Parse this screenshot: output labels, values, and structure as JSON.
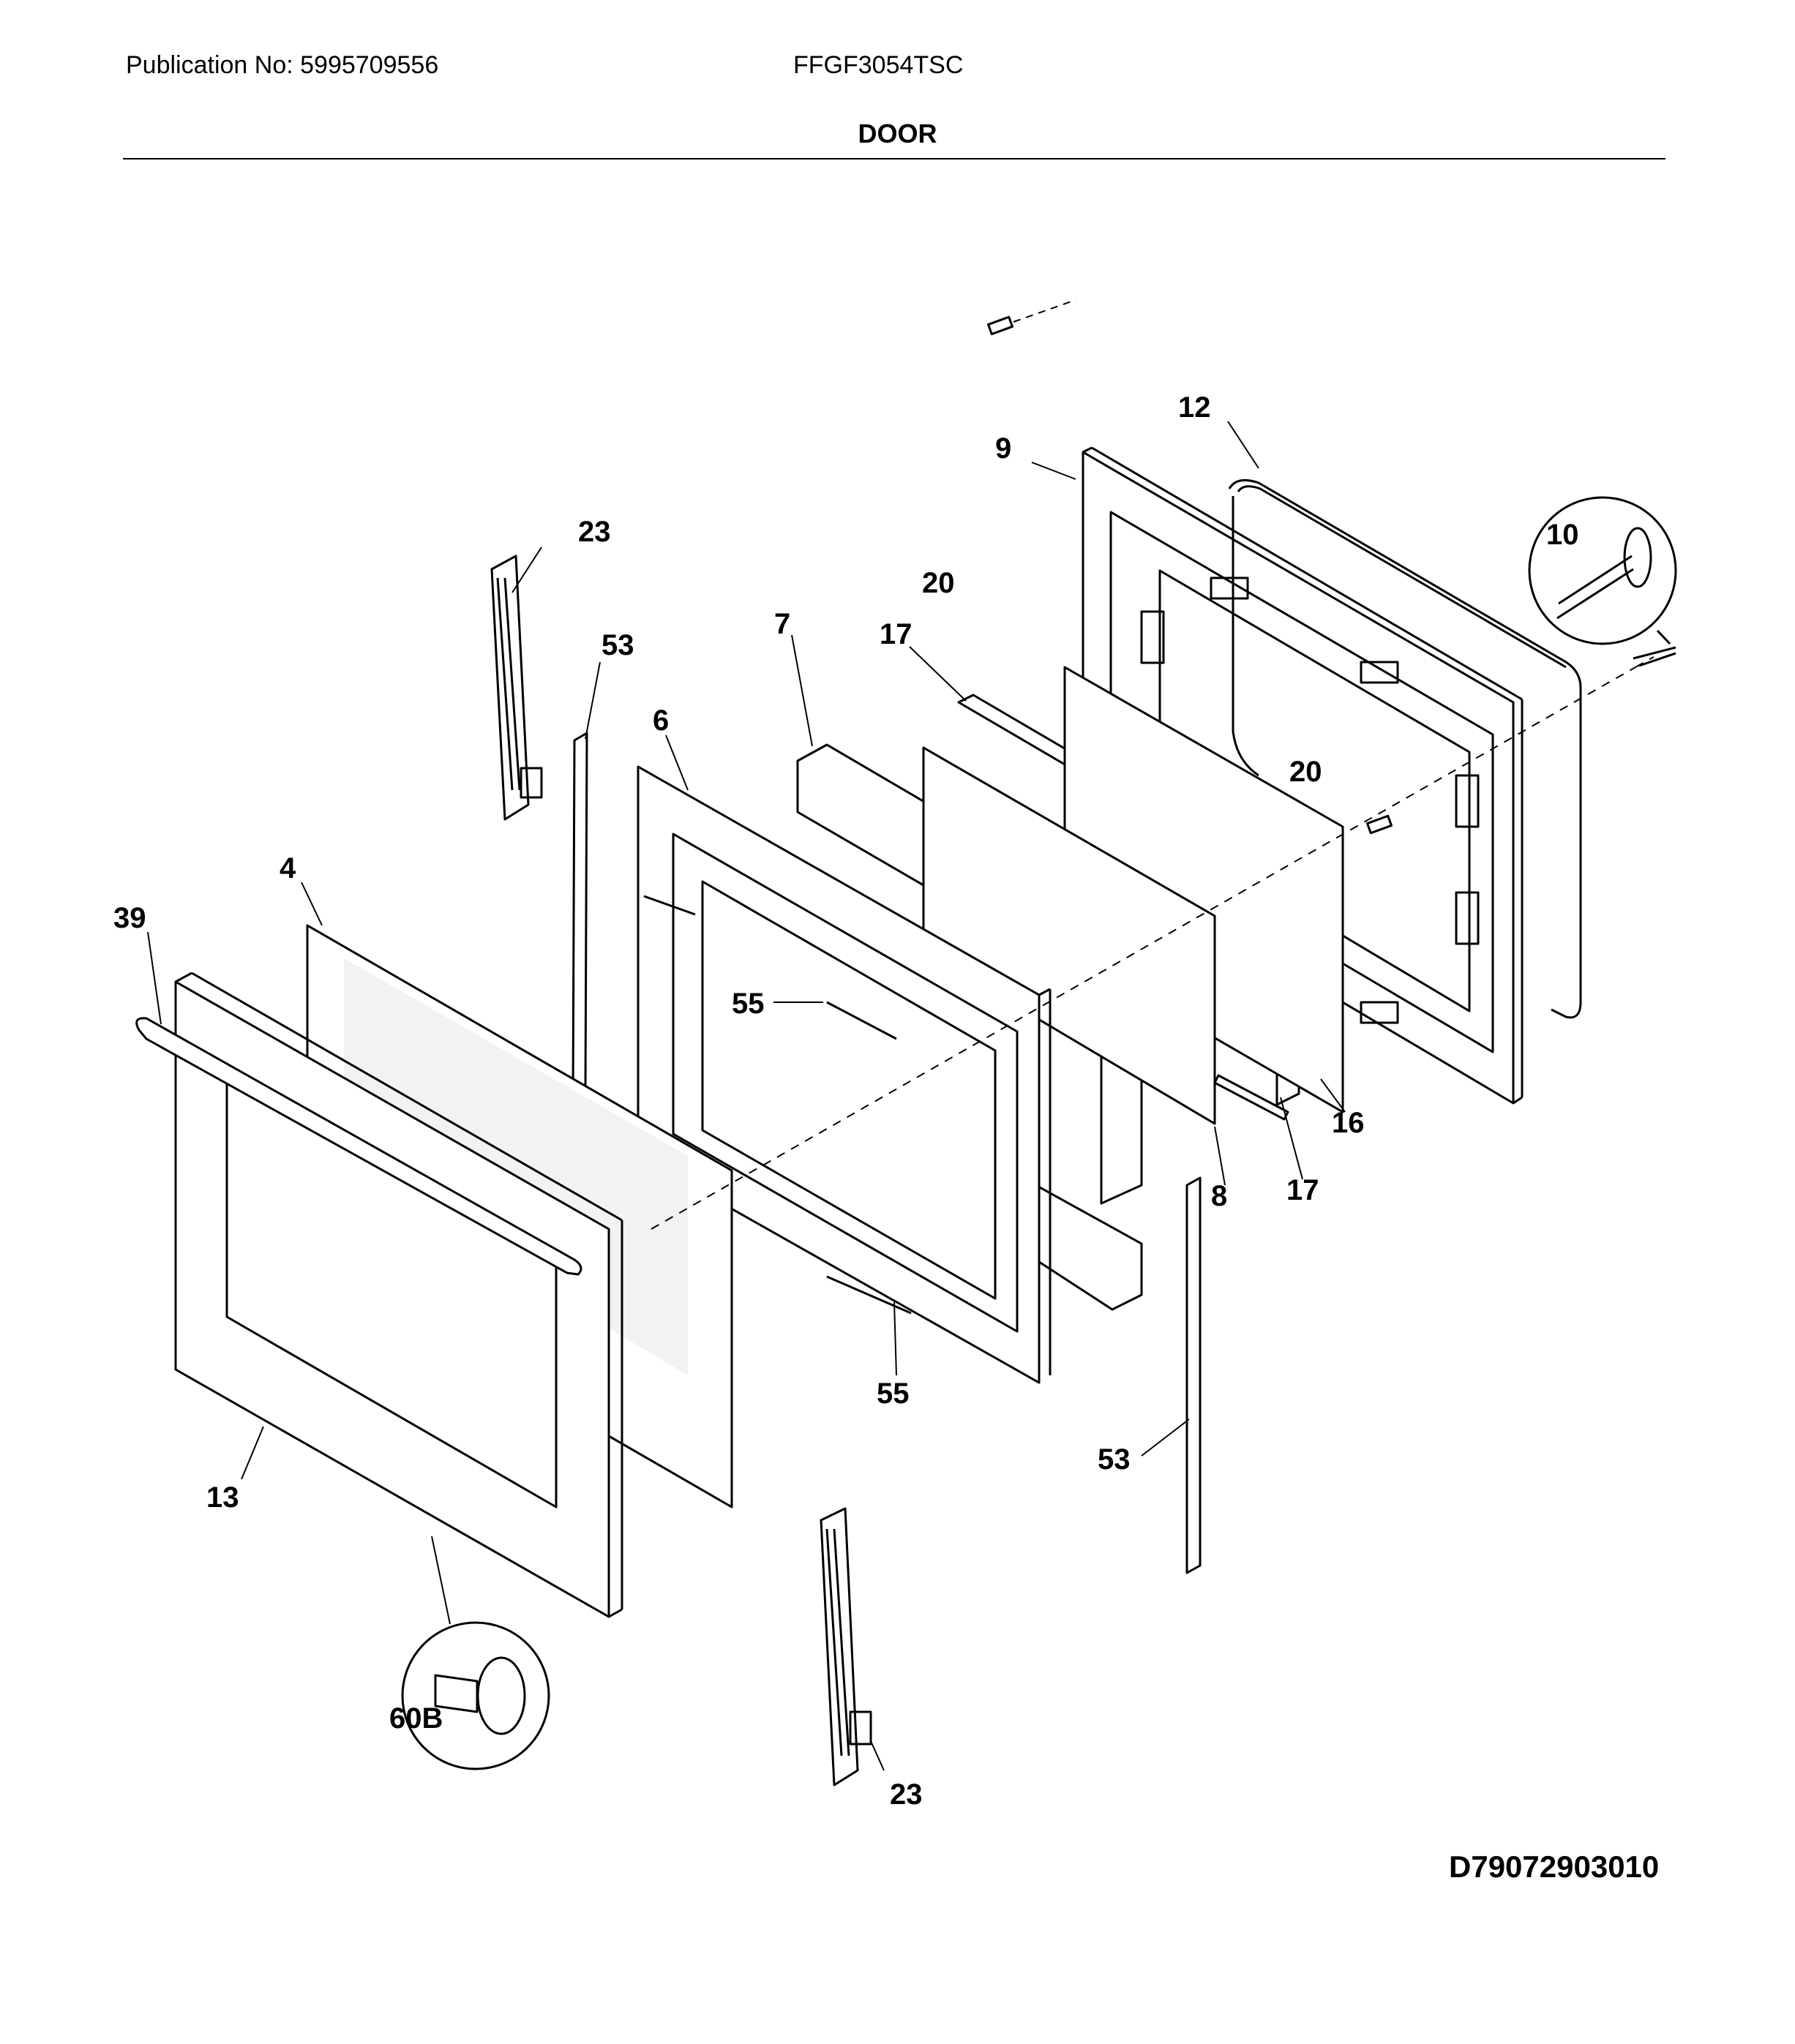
{
  "header": {
    "publication": "Publication No: 5995709556",
    "model": "FFGF3054TSC",
    "section": "DOOR"
  },
  "footer": {
    "diagram_id": "D79072903010"
  },
  "parts": [
    {
      "id": "p9",
      "label": "9"
    },
    {
      "id": "p12",
      "label": "12"
    },
    {
      "id": "p10",
      "label": "10"
    },
    {
      "id": "p20a",
      "label": "20"
    },
    {
      "id": "p23a",
      "label": "23"
    },
    {
      "id": "p53a",
      "label": "53"
    },
    {
      "id": "p7",
      "label": "7"
    },
    {
      "id": "p17a",
      "label": "17"
    },
    {
      "id": "p20b",
      "label": "20"
    },
    {
      "id": "p6",
      "label": "6"
    },
    {
      "id": "p4",
      "label": "4"
    },
    {
      "id": "p39",
      "label": "39"
    },
    {
      "id": "p55a",
      "label": "55"
    },
    {
      "id": "p16",
      "label": "16"
    },
    {
      "id": "p8",
      "label": "8"
    },
    {
      "id": "p17b",
      "label": "17"
    },
    {
      "id": "p55b",
      "label": "55"
    },
    {
      "id": "p13",
      "label": "13"
    },
    {
      "id": "p53b",
      "label": "53"
    },
    {
      "id": "p60b",
      "label": "60B"
    },
    {
      "id": "p23b",
      "label": "23"
    }
  ]
}
